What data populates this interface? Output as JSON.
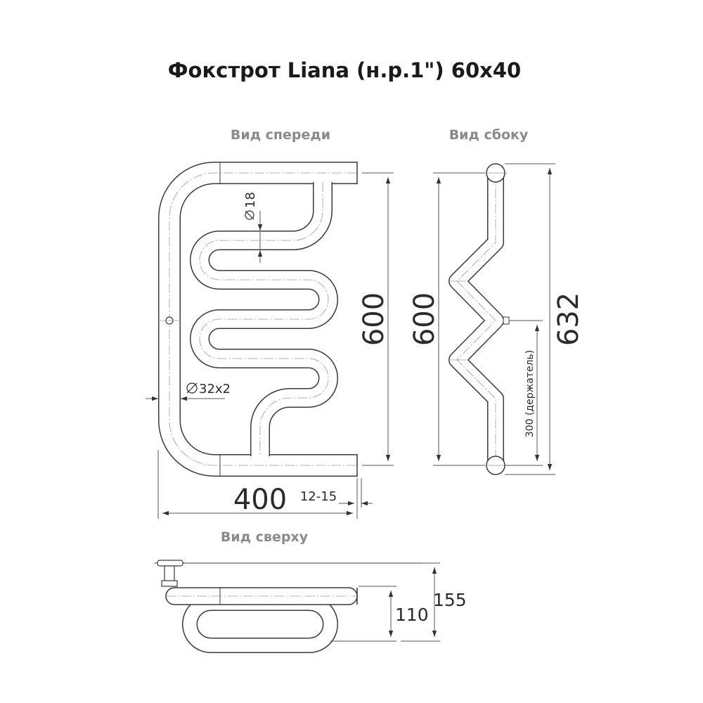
{
  "title": "Фокстрот Liana (н.р.1\") 60x40",
  "views": {
    "front": "Вид спереди",
    "side": "Вид сбоку",
    "top": "Вид сверху"
  },
  "dimensions": {
    "front_height": "600",
    "front_width": "400",
    "wall_gap": "12-15",
    "inner_diameter": "18",
    "pipe_diameter": "32x2",
    "side_height": "600",
    "total_height": "632",
    "holder_spacing": "300 (держатель)",
    "top_depth": "110",
    "top_total_depth": "155"
  },
  "colors": {
    "outline": "#3a3a3a",
    "labels": "#8a8a8a",
    "text": "#1a1a1a"
  }
}
